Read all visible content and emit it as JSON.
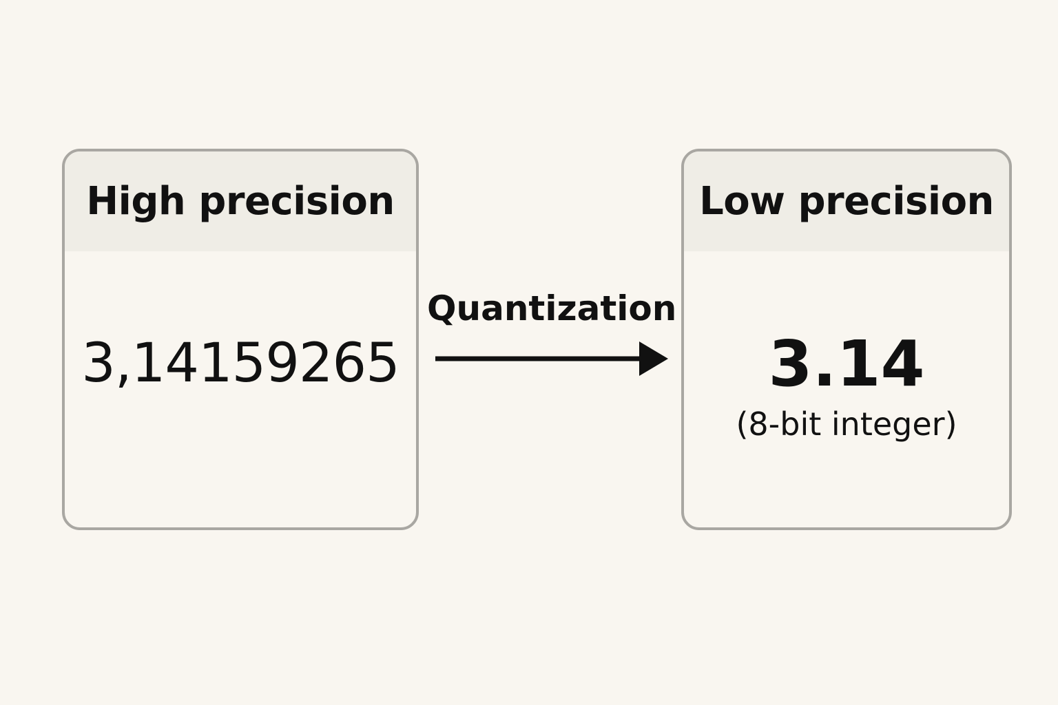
{
  "source_box": {
    "header": "High precision",
    "value": "3,14159265"
  },
  "target_box": {
    "header": "Low precision",
    "value": "3.14",
    "note": "(8-bit integer)"
  },
  "transition": {
    "label": "Quantization"
  },
  "colors": {
    "background": "#f9f6f0",
    "box_border": "#a9a7a2",
    "header_fill": "#efede6",
    "text": "#111111"
  }
}
